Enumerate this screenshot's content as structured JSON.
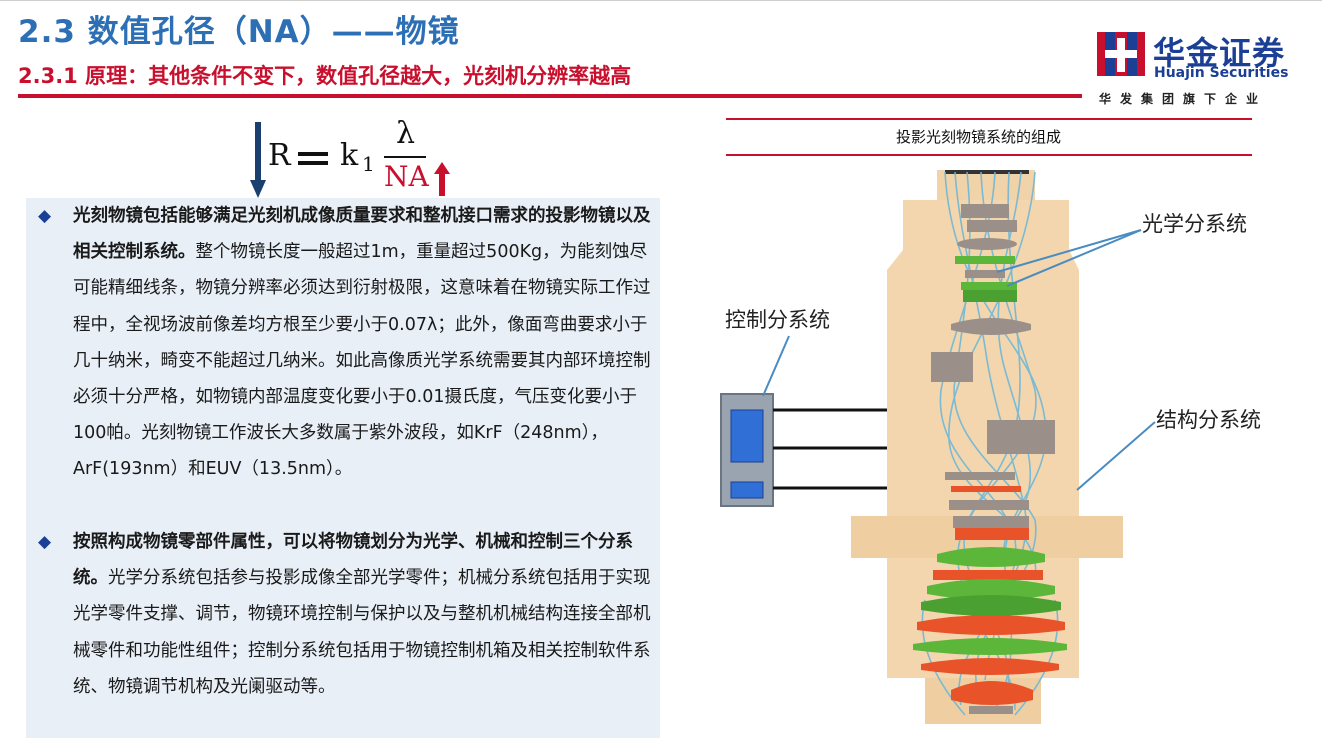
{
  "header": {
    "title": "2.3 数值孔径（NA）——物镜",
    "subtitle": "2.3.1 原理：其他条件不变下，数值孔径越大，光刻机分辨率越高"
  },
  "logo": {
    "name_cn": "华金证券",
    "name_en": "Huajin Securities",
    "tagline": "华发集团旗下企业"
  },
  "formula": {
    "lhs": "R",
    "k": "k",
    "k_sub": "1",
    "numerator": "λ",
    "denominator": "NA"
  },
  "body": {
    "bullet1_bold": "光刻物镜包括能够满足光刻机成像质量要求和整机接口需求的投影物镜以及相关控制系统。",
    "bullet1_text": "整个物镜长度一般超过1m，重量超过500Kg，为能刻蚀尽可能精细线条，物镜分辨率必须达到衍射极限，这意味着在物镜实际工作过程中，全视场波前像差均方根至少要小于0.07λ；此外，像面弯曲要求小于几十纳米，畸变不能超过几纳米。如此高像质光学系统需要其内部环境控制必须十分严格，如物镜内部温度变化要小于0.01摄氏度，气压变化要小于100帕。光刻物镜工作波长大多数属于紫外波段，如KrF（248nm），ArF(193nm）和EUV（13.5nm）。",
    "bullet2_bold": "按照构成物镜零部件属性，可以将物镜划分为光学、机械和控制三个分系统。",
    "bullet2_text": "光学分系统包括参与投影成像全部光学零件；机械分系统包括用于实现光学零件支撑、调节，物镜环境控制与保护以及与整机机械结构连接全部机械零件和功能性组件；控制分系统包括用于物镜控制机箱及相关控制软件系统、物镜调节机构及光阑驱动等。"
  },
  "diagram": {
    "title": "投影光刻物镜系统的组成",
    "label_optical": "光学分系统",
    "label_control": "控制分系统",
    "label_structure": "结构分系统"
  },
  "colors": {
    "title_blue": "#2c6fb5",
    "accent_red": "#c8102e",
    "logo_blue": "#1b3f95",
    "textbox_bg": "#e8eff7",
    "barrel": "#f3d6ad",
    "lens_green": "#5cb63a",
    "lens_orange": "#e8532a",
    "lens_gray": "#9a9089",
    "ray_blue": "#6fb7d8",
    "arrow_down": "#1b3f6f",
    "arrow_up": "#c8102e"
  },
  "icons": {
    "bullet": "diamond-bullet-icon",
    "logo_mark": "huajin-logo-icon",
    "arrow_down": "arrow-down-icon",
    "arrow_up": "arrow-up-icon"
  }
}
